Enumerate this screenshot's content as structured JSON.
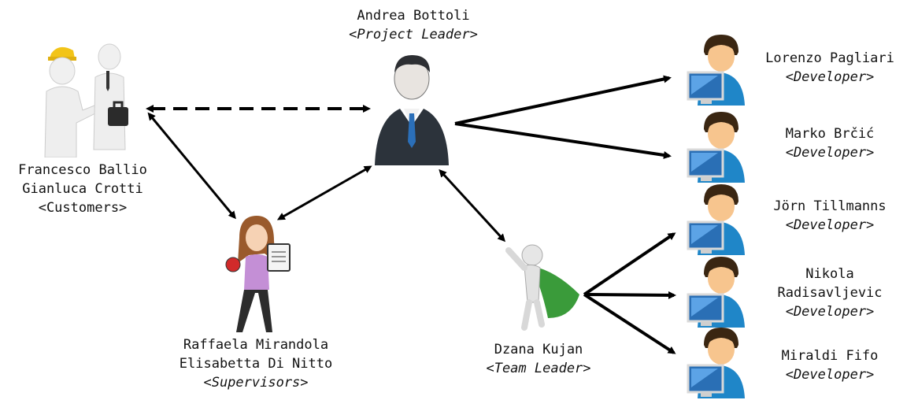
{
  "title_mark": "",
  "nodes": {
    "leader": {
      "name": "Andrea Bottoli",
      "role": "<Project Leader>"
    },
    "customers": {
      "names": [
        "Francesco Ballio",
        "Gianluca Crotti"
      ],
      "role": "<Customers>"
    },
    "supervisors": {
      "names": [
        "Raffaela Mirandola",
        "Elisabetta Di Nitto"
      ],
      "role": "<Supervisors>"
    },
    "team_leader": {
      "name": "Dzana Kujan",
      "role": "<Team Leader>"
    },
    "developers": [
      {
        "name": "Lorenzo Pagliari",
        "role": "<Developer>"
      },
      {
        "name": "Marko Brčić",
        "role": "<Developer>"
      },
      {
        "name": "Jörn Tillmanns",
        "role": "<Developer>"
      },
      {
        "name_lines": [
          "Nikola",
          "Radisavljevic"
        ],
        "role": "<Developer>"
      },
      {
        "name": "Miraldi Fifo",
        "role": "<Developer>"
      }
    ]
  },
  "icons": {
    "leader": "businessman-icon",
    "customers": "handshake-icon",
    "supervisors": "supervisor-girl-icon",
    "team_leader": "superhero-icon",
    "developer": "developer-at-computer-icon"
  },
  "colors": {
    "arrow": "#000000",
    "developer_shirt": "#1f86c8",
    "monitor": "#2a6fb5",
    "cape": "#3a9b3a"
  }
}
